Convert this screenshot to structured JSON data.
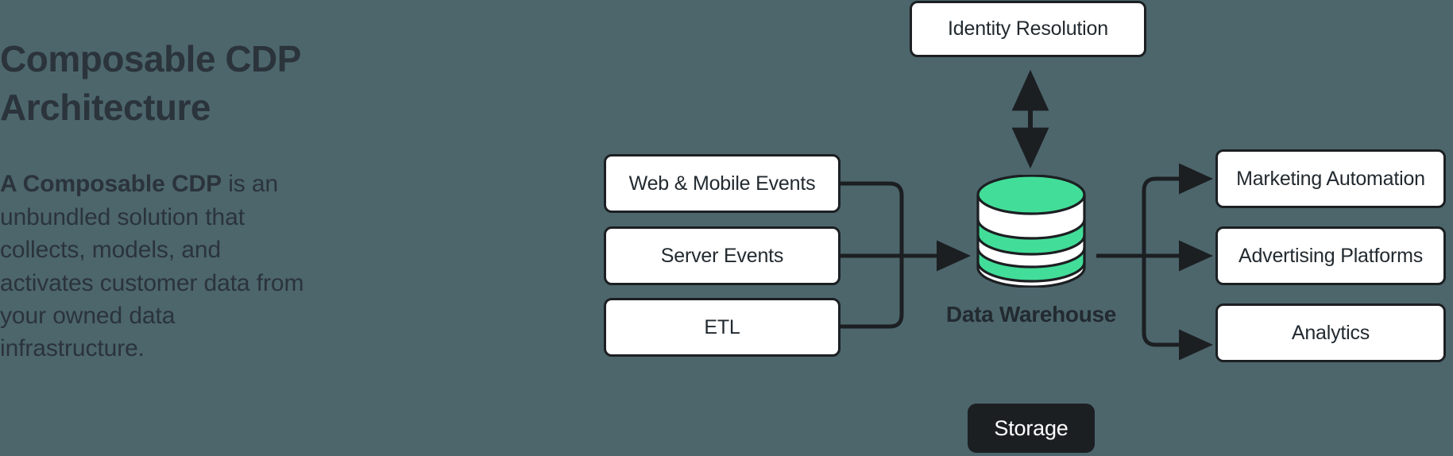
{
  "page": {
    "background_color": "#4C666C",
    "ink_color": "#1C1F22",
    "accent_green": "#42DE99"
  },
  "left": {
    "headline": "Composable CDP Architecture",
    "body_lead": "A Composable CDP",
    "body_rest": " is an unbundled solution that collects, models, and activates customer data from your owned data infrastructure."
  },
  "diagram": {
    "identity": {
      "label": "Identity Resolution"
    },
    "sources": [
      {
        "label": "Web & Mobile Events"
      },
      {
        "label": "Server Events"
      },
      {
        "label": "ETL"
      }
    ],
    "warehouse": {
      "label": "Data Warehouse",
      "badge": "Storage",
      "icon": "database-cylinder-icon"
    },
    "destinations": [
      {
        "label": "Marketing Automation"
      },
      {
        "label": "Advertising Platforms"
      },
      {
        "label": "Analytics"
      }
    ],
    "connectors": {
      "sources_to_warehouse": "solid-arrow",
      "warehouse_to_destinations": "solid-arrow",
      "warehouse_to_identity": "dashed-double-arrow"
    }
  }
}
